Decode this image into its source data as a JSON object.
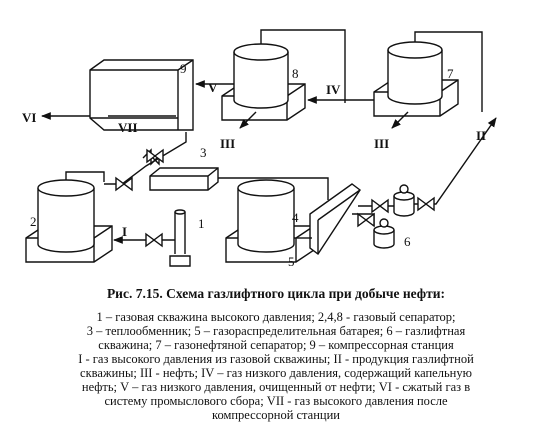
{
  "figure": {
    "caption": "Рис. 7.15. Схема газлифтного цикла при добыче нефти:",
    "legend_equipment": [
      "1 – газовая скважина высокого давления; 2,4,8 -  газовый сепаратор;",
      "3 – теплообменник; 5 – газораспределительная батарея; 6 – газлифтная",
      "скважина; 7 – газонефтяной сепаратор; 9 – компрессорная станция"
    ],
    "legend_flows": [
      "I - газ высокого давления из газовой скважины; II - продукция газлифтной",
      "скважины; III - нефть; IV – газ низкого давления, содержащий капельную",
      "нефть; V – газ низкого давления, очищенный от нефти; VI - сжатый газ в",
      "систему промыслового сбора; VII - газ высокого давления после",
      "компрессорной станции"
    ]
  },
  "diagram": {
    "equipment_numbers": [
      "1",
      "2",
      "3",
      "4",
      "5",
      "6",
      "7",
      "8",
      "9"
    ],
    "flow_labels": [
      "I",
      "II",
      "III",
      "III",
      "IV",
      "V",
      "VI",
      "VII"
    ],
    "stroke_color": "#111111"
  }
}
